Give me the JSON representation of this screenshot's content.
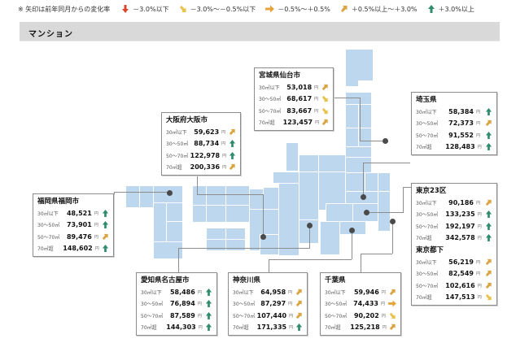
{
  "legend": {
    "note": "※ 矢印は前年同月からの変化率",
    "items": [
      {
        "icon": "arrow-down-red-icon",
        "label": "－3.0%以下"
      },
      {
        "icon": "arrow-down-right-yellow-icon",
        "label": "－3.0%～－0.5%以下"
      },
      {
        "icon": "arrow-right-orange-icon",
        "label": "－0.5%～＋0.5%"
      },
      {
        "icon": "arrow-up-right-orange-icon",
        "label": "＋0.5%以上～＋3.0%"
      },
      {
        "icon": "arrow-up-green-icon",
        "label": "＋3.0%以上"
      }
    ]
  },
  "section": {
    "title": "マンション"
  },
  "units": {
    "yen": "円"
  },
  "colors": {
    "map_fill": "#bdd7ee",
    "down": "#d9472b",
    "slight_down": "#e8c24a",
    "flat": "#e6a33a",
    "slight_up": "#d9a441",
    "up": "#2e8b6e"
  },
  "regions": [
    {
      "id": "sendai",
      "name": "宮城県仙台市",
      "rows": [
        {
          "size": "30㎡以下",
          "price": "53,018",
          "trend": "slight_up"
        },
        {
          "size": "30～50㎡",
          "price": "68,617",
          "trend": "slight_down"
        },
        {
          "size": "50～70㎡",
          "price": "83,667",
          "trend": "slight_down"
        },
        {
          "size": "70㎡超",
          "price": "123,457",
          "trend": "slight_up"
        }
      ]
    },
    {
      "id": "osaka",
      "name": "大阪府大阪市",
      "rows": [
        {
          "size": "30㎡以下",
          "price": "59,623",
          "trend": "slight_up"
        },
        {
          "size": "30～50㎡",
          "price": "88,734",
          "trend": "up"
        },
        {
          "size": "50～70㎡",
          "price": "122,978",
          "trend": "up"
        },
        {
          "size": "70㎡超",
          "price": "200,336",
          "trend": "slight_up"
        }
      ]
    },
    {
      "id": "saitama",
      "name": "埼玉県",
      "rows": [
        {
          "size": "30㎡以下",
          "price": "58,384",
          "trend": "up"
        },
        {
          "size": "30～50㎡",
          "price": "72,373",
          "trend": "slight_up"
        },
        {
          "size": "50～70㎡",
          "price": "91,552",
          "trend": "up"
        },
        {
          "size": "70㎡超",
          "price": "128,483",
          "trend": "up"
        }
      ]
    },
    {
      "id": "tokyo23",
      "name": "東京23区",
      "rows": [
        {
          "size": "30㎡以下",
          "price": "90,186",
          "trend": "slight_up"
        },
        {
          "size": "30～50㎡",
          "price": "133,235",
          "trend": "up"
        },
        {
          "size": "50～70㎡",
          "price": "192,197",
          "trend": "up"
        },
        {
          "size": "70㎡超",
          "price": "342,578",
          "trend": "up"
        }
      ]
    },
    {
      "id": "tokyo_other",
      "name": "東京都下",
      "rows": [
        {
          "size": "30㎡以下",
          "price": "56,219",
          "trend": "slight_up"
        },
        {
          "size": "30～50㎡",
          "price": "82,549",
          "trend": "slight_up"
        },
        {
          "size": "50～70㎡",
          "price": "102,616",
          "trend": "slight_up"
        },
        {
          "size": "70㎡超",
          "price": "147,513",
          "trend": "slight_down"
        }
      ]
    },
    {
      "id": "fukuoka",
      "name": "福岡県福岡市",
      "rows": [
        {
          "size": "30㎡以下",
          "price": "48,521",
          "trend": "up"
        },
        {
          "size": "30～50㎡",
          "price": "73,901",
          "trend": "up"
        },
        {
          "size": "50～70㎡",
          "price": "89,476",
          "trend": "slight_up"
        },
        {
          "size": "70㎡超",
          "price": "148,602",
          "trend": "up"
        }
      ]
    },
    {
      "id": "nagoya",
      "name": "愛知県名古屋市",
      "rows": [
        {
          "size": "30㎡以下",
          "price": "58,486",
          "trend": "up"
        },
        {
          "size": "30～50㎡",
          "price": "76,894",
          "trend": "up"
        },
        {
          "size": "50～70㎡",
          "price": "87,589",
          "trend": "up"
        },
        {
          "size": "70㎡超",
          "price": "144,303",
          "trend": "up"
        }
      ]
    },
    {
      "id": "kanagawa",
      "name": "神奈川県",
      "rows": [
        {
          "size": "30㎡以下",
          "price": "64,958",
          "trend": "slight_up"
        },
        {
          "size": "30～50㎡",
          "price": "87,297",
          "trend": "slight_up"
        },
        {
          "size": "50～70㎡",
          "price": "107,440",
          "trend": "slight_up"
        },
        {
          "size": "70㎡超",
          "price": "171,335",
          "trend": "up"
        }
      ]
    },
    {
      "id": "chiba",
      "name": "千葉県",
      "rows": [
        {
          "size": "30㎡以下",
          "price": "59,946",
          "trend": "slight_up"
        },
        {
          "size": "30～50㎡",
          "price": "74,433",
          "trend": "flat"
        },
        {
          "size": "50～70㎡",
          "price": "90,202",
          "trend": "slight_down"
        },
        {
          "size": "70㎡超",
          "price": "125,218",
          "trend": "slight_up"
        }
      ]
    }
  ]
}
